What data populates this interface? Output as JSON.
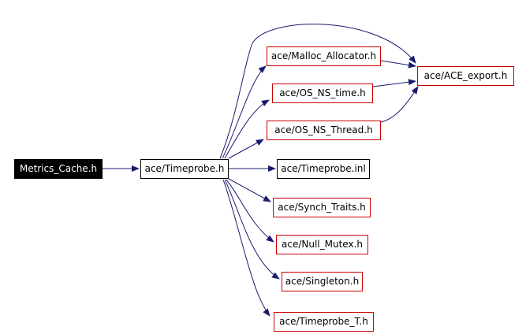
{
  "graph": {
    "colors": {
      "edge": "#191970",
      "root_fill": "#000000",
      "root_text": "#ffffff",
      "external_border": "#cc0000",
      "file_border": "#000000"
    },
    "nodes": {
      "metrics_cache": {
        "label": "Metrics_Cache.h",
        "style": "root"
      },
      "timeprobe_h": {
        "label": "ace/Timeprobe.h",
        "style": "file"
      },
      "malloc_allocator": {
        "label": "ace/Malloc_Allocator.h",
        "style": "external"
      },
      "os_ns_time": {
        "label": "ace/OS_NS_time.h",
        "style": "external"
      },
      "os_ns_thread": {
        "label": "ace/OS_NS_Thread.h",
        "style": "external"
      },
      "timeprobe_inl": {
        "label": "ace/Timeprobe.inl",
        "style": "file"
      },
      "synch_traits": {
        "label": "ace/Synch_Traits.h",
        "style": "external"
      },
      "null_mutex": {
        "label": "ace/Null_Mutex.h",
        "style": "external"
      },
      "singleton": {
        "label": "ace/Singleton.h",
        "style": "external"
      },
      "timeprobe_t": {
        "label": "ace/Timeprobe_T.h",
        "style": "external"
      },
      "ace_export": {
        "label": "ace/ACE_export.h",
        "style": "external"
      }
    },
    "edges": [
      {
        "from": "metrics_cache",
        "to": "timeprobe_h"
      },
      {
        "from": "timeprobe_h",
        "to": "malloc_allocator"
      },
      {
        "from": "timeprobe_h",
        "to": "os_ns_time"
      },
      {
        "from": "timeprobe_h",
        "to": "os_ns_thread"
      },
      {
        "from": "timeprobe_h",
        "to": "timeprobe_inl"
      },
      {
        "from": "timeprobe_h",
        "to": "synch_traits"
      },
      {
        "from": "timeprobe_h",
        "to": "null_mutex"
      },
      {
        "from": "timeprobe_h",
        "to": "singleton"
      },
      {
        "from": "timeprobe_h",
        "to": "timeprobe_t"
      },
      {
        "from": "timeprobe_h",
        "to": "ace_export"
      },
      {
        "from": "malloc_allocator",
        "to": "ace_export"
      },
      {
        "from": "os_ns_time",
        "to": "ace_export"
      },
      {
        "from": "os_ns_thread",
        "to": "ace_export"
      }
    ]
  }
}
